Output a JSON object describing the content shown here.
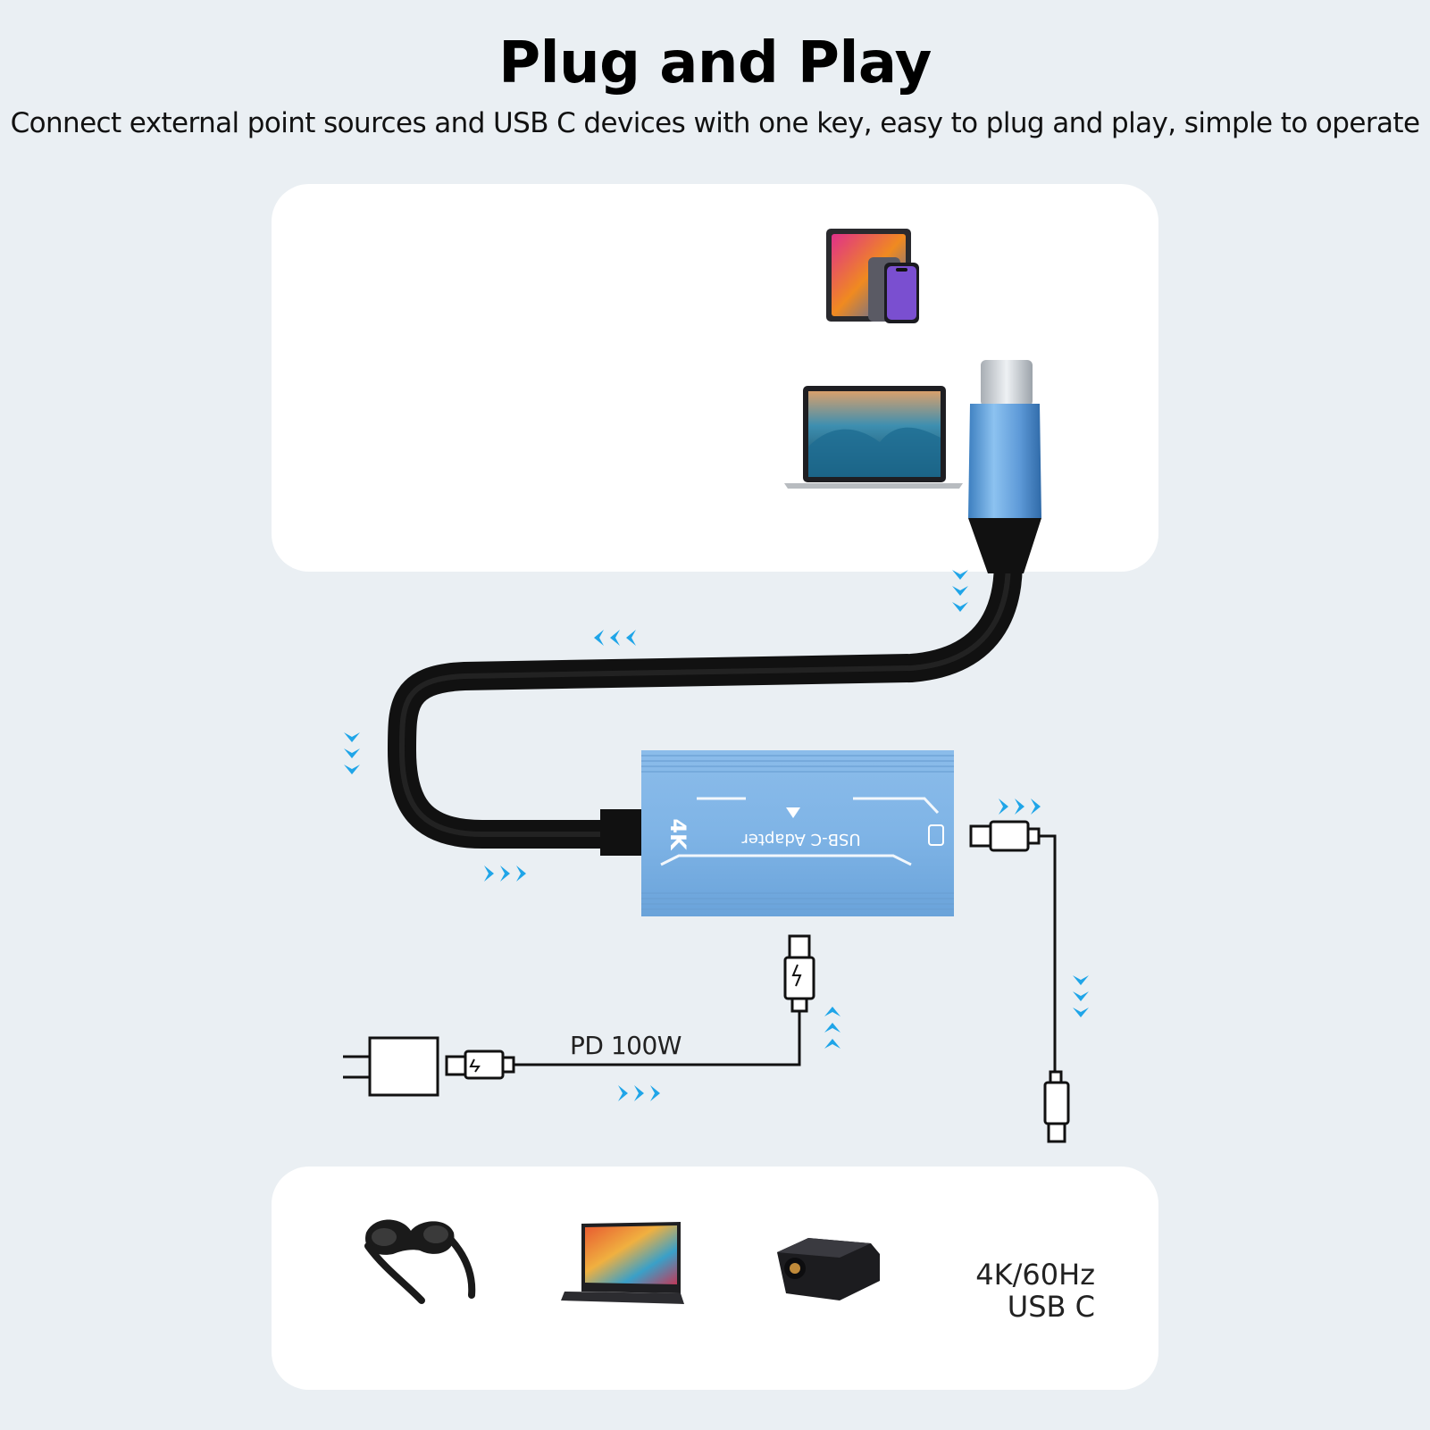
{
  "header": {
    "title": "Plug and Play",
    "subtitle": "Connect external point sources and USB C devices with one key, easy to plug and play, simple to operate"
  },
  "adapter": {
    "badge": "4K",
    "label": "USB-C Adapter"
  },
  "power": {
    "label": "PD 100W"
  },
  "output_spec": {
    "line1": "4K/60Hz",
    "line2": "USB C"
  },
  "colors": {
    "background": "#eaeff3",
    "panel": "#ffffff",
    "accent_arrows": "#1fa5e8",
    "adapter_body": "#7fb4e6",
    "cable": "#111111"
  },
  "icons": {
    "source_devices": [
      "tablet-phone-icon",
      "laptop-icon"
    ],
    "output_devices": [
      "ar-glasses-icon",
      "portable-monitor-icon",
      "projector-icon"
    ],
    "power": [
      "wall-charger-icon"
    ]
  }
}
